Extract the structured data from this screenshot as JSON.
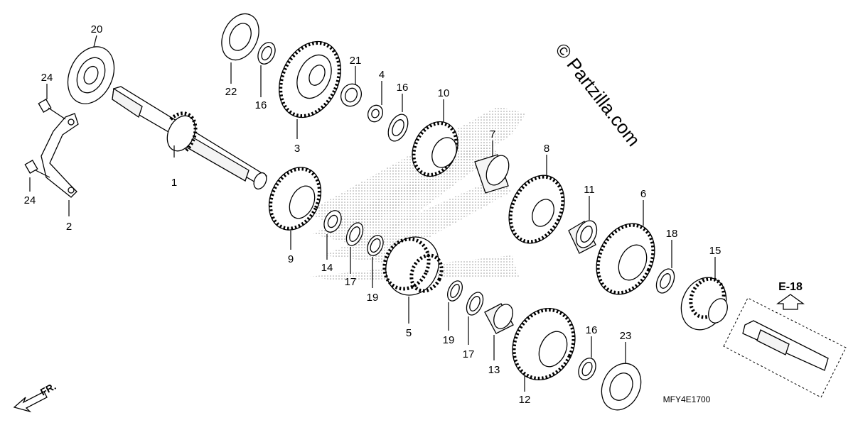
{
  "watermark": "© Partzilla.com",
  "diagram_code": "MFY4E1700",
  "reference": "E-18",
  "direction_label": "FR.",
  "part_numbers": [
    "1",
    "2",
    "3",
    "4",
    "5",
    "6",
    "7",
    "8",
    "9",
    "10",
    "11",
    "12",
    "13",
    "14",
    "15",
    "16",
    "16",
    "16",
    "17",
    "17",
    "18",
    "19",
    "19",
    "20",
    "21",
    "22",
    "23",
    "24",
    "24"
  ],
  "colors": {
    "line": "#000000",
    "background": "#ffffff",
    "watermark_dots": "#9a9a9a"
  }
}
